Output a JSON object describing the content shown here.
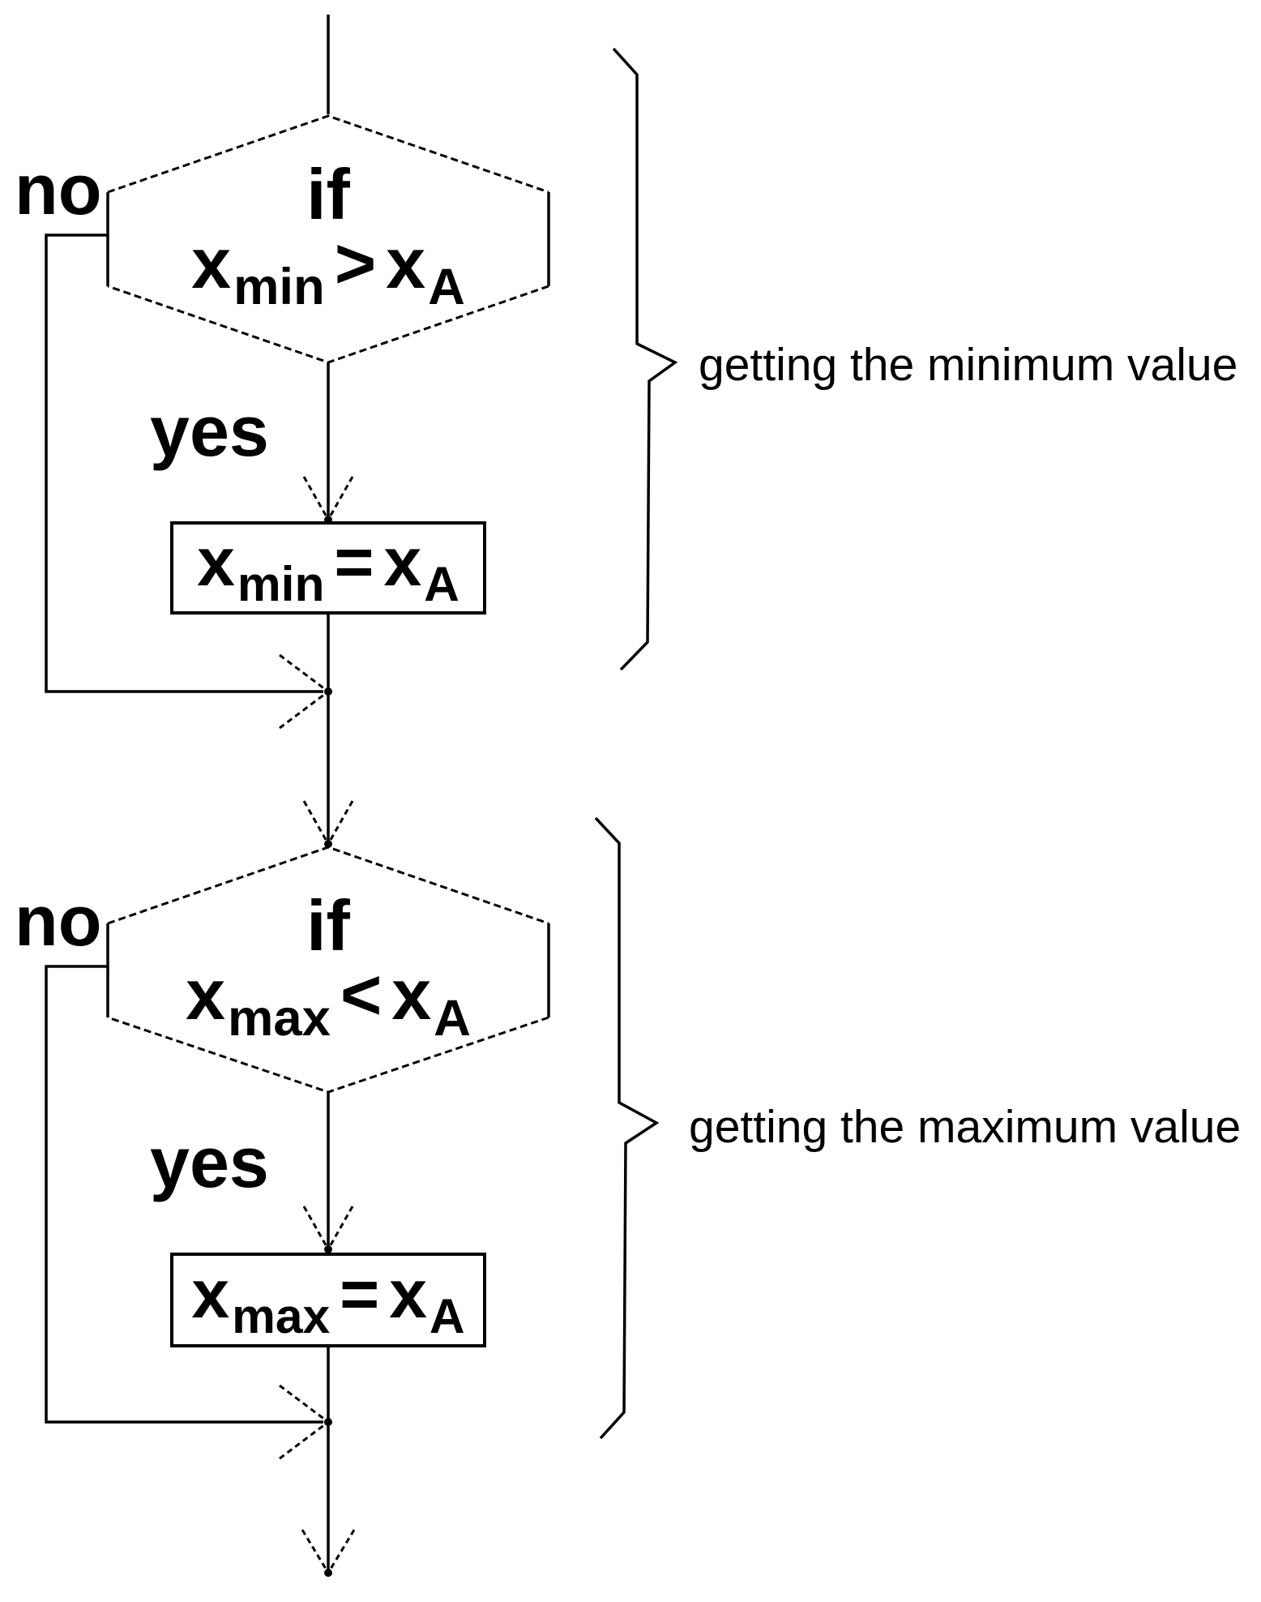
{
  "colors": {
    "ink": "#000000",
    "background": "#ffffff"
  },
  "sections": [
    {
      "id": "min",
      "no_label": "no",
      "yes_label": "yes",
      "if_label": "if",
      "cond_lhs": "x",
      "cond_lhs_sub": "min",
      "cond_op": ">",
      "cond_rhs": "x",
      "cond_rhs_sub": "A",
      "proc_lhs": "x",
      "proc_lhs_sub": "min",
      "proc_op": "=",
      "proc_rhs": "x",
      "proc_rhs_sub": "A",
      "annotation": "getting the minimum value"
    },
    {
      "id": "max",
      "no_label": "no",
      "yes_label": "yes",
      "if_label": "if",
      "cond_lhs": "x",
      "cond_lhs_sub": "max",
      "cond_op": "<",
      "cond_rhs": "x",
      "cond_rhs_sub": "A",
      "proc_lhs": "x",
      "proc_lhs_sub": "max",
      "proc_op": "=",
      "proc_rhs": "x",
      "proc_rhs_sub": "A",
      "annotation": "getting the maximum value"
    }
  ]
}
